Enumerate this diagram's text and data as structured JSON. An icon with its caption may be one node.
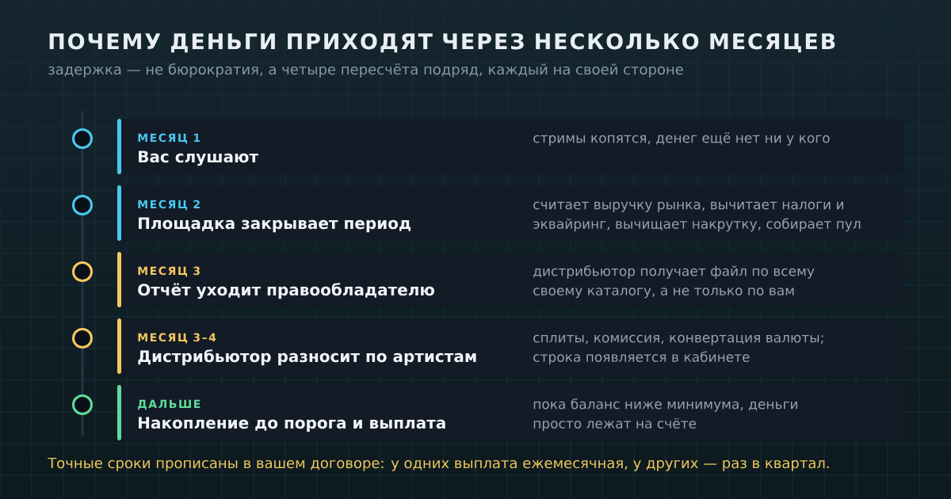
{
  "diagram": {
    "title": "ПОЧЕМУ ДЕНЬГИ ПРИХОДЯТ ЧЕРЕЗ НЕСКОЛЬКО МЕСЯЦЕВ",
    "caption": "Точные сроки прописаны в вашем договоре: у одних выплата ежемесячная, у других — раз в квартал.",
    "nodes": [
      {
        "text": [
          "МЕСЯЦ 1",
          "Вас слушают",
          "стримы копятся, денег ещё нет ни у кого"
        ]
      },
      {
        "text": [
          "МЕСЯЦ 2",
          "Площадка закрывает период",
          "считает выручку рынка, вычитает налоги и эквайринг, вычищает накрутку, собирает пул"
        ]
      },
      {
        "text": [
          "МЕСЯЦ 3",
          "Отчёт уходит правообладателю",
          "дистрибьютор получает файл по всему своему каталогу, а не только по вам"
        ]
      },
      {
        "text": [
          "МЕСЯЦ 3–4",
          "Дистрибьютор разносит по артистам",
          "сплиты, комиссия, конвертация валюты; строка появляется в кабинете"
        ]
      },
      {
        "text": [
          "ДАЛЬШЕ",
          "Накопление до порога и выплата",
          "пока баланс ниже минимума, деньги просто лежат на счёте"
        ]
      }
    ],
    "labels": [
      "задержка — не бюрократия, а четыре пересчёта подряд, каждый на своей стороне"
    ]
  }
}
